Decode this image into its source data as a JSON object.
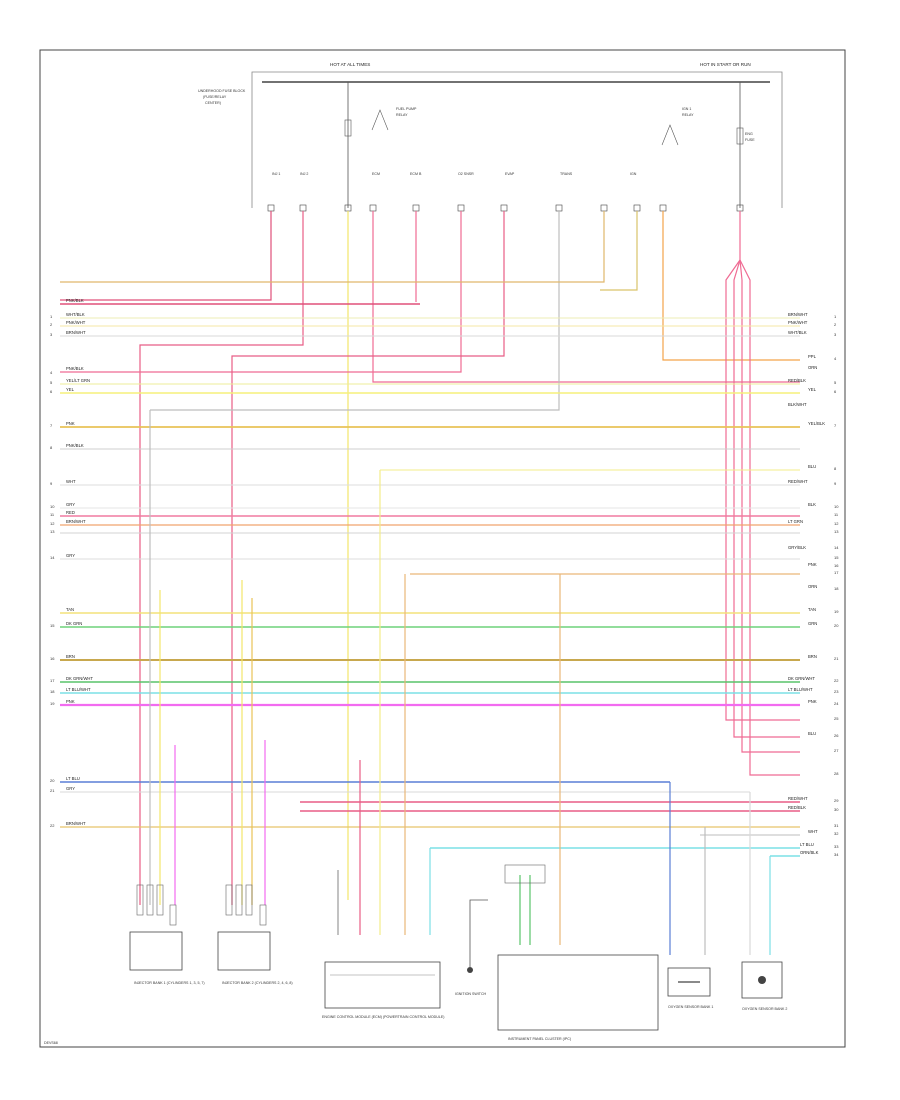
{
  "diagram": {
    "footer_code": "DEVS68",
    "header": {
      "hot_at_all_times_label": "HOT AT ALL TIMES",
      "hot_in_start_label": "HOT IN START OR RUN",
      "underhood_box_label": "UNDERHOOD FUSE BLOCK"
    },
    "right_labels": [
      "BRN/WHT",
      "PNK/WHT",
      "WHT/BLK",
      "PPL",
      "ORN",
      "RED/BLK",
      "YEL",
      "BLK/WHT",
      "YEL/BLK",
      "BLU",
      "RED/WHT",
      "BLK",
      "LT GRN",
      "GRY/BLK",
      "PNK",
      "BRN",
      "DK GRN/WHT",
      "LT BLU/WHT",
      "PNK",
      "GRN",
      "BLU",
      "TAN",
      "ORN",
      "RED/WHT",
      "RED/BLK",
      "WHT",
      "LT BLU",
      "ORN/BLK"
    ],
    "left_labels": [
      "PNK/BLK",
      "WHT/BLK",
      "PNK/WHT",
      "BRN/WHT",
      "PNK/BLK",
      "YEL/LT GRN",
      "YEL",
      "PNK",
      "PNK/BLK",
      "WHT",
      "GRY",
      "RED",
      "BRN/WHT",
      "GRY",
      "TAN",
      "DK GRN",
      "BRN",
      "DK GRN/WHT",
      "LT BLU/WHT",
      "PNK",
      "LT BLU",
      "GRY",
      "BRN/WHT"
    ],
    "components": {
      "left_injector_1": "INJECTOR BANK 1 (CYLINDERS 1, 3, 5, 7)",
      "left_injector_2": "INJECTOR BANK 2 (CYLINDERS 2, 4, 6, 8)",
      "ecm": "ENGINE CONTROL MODULE (ECM) (POWERTRAIN CONTROL MODULE)",
      "ignition": "IGNITION SWITCH",
      "instrument_cluster": "INSTRUMENT PANEL CLUSTER (IPC)",
      "sensor_1": "OXYGEN SENSOR BANK 1",
      "sensor_2": "OXYGEN SENSOR BANK 2"
    }
  }
}
